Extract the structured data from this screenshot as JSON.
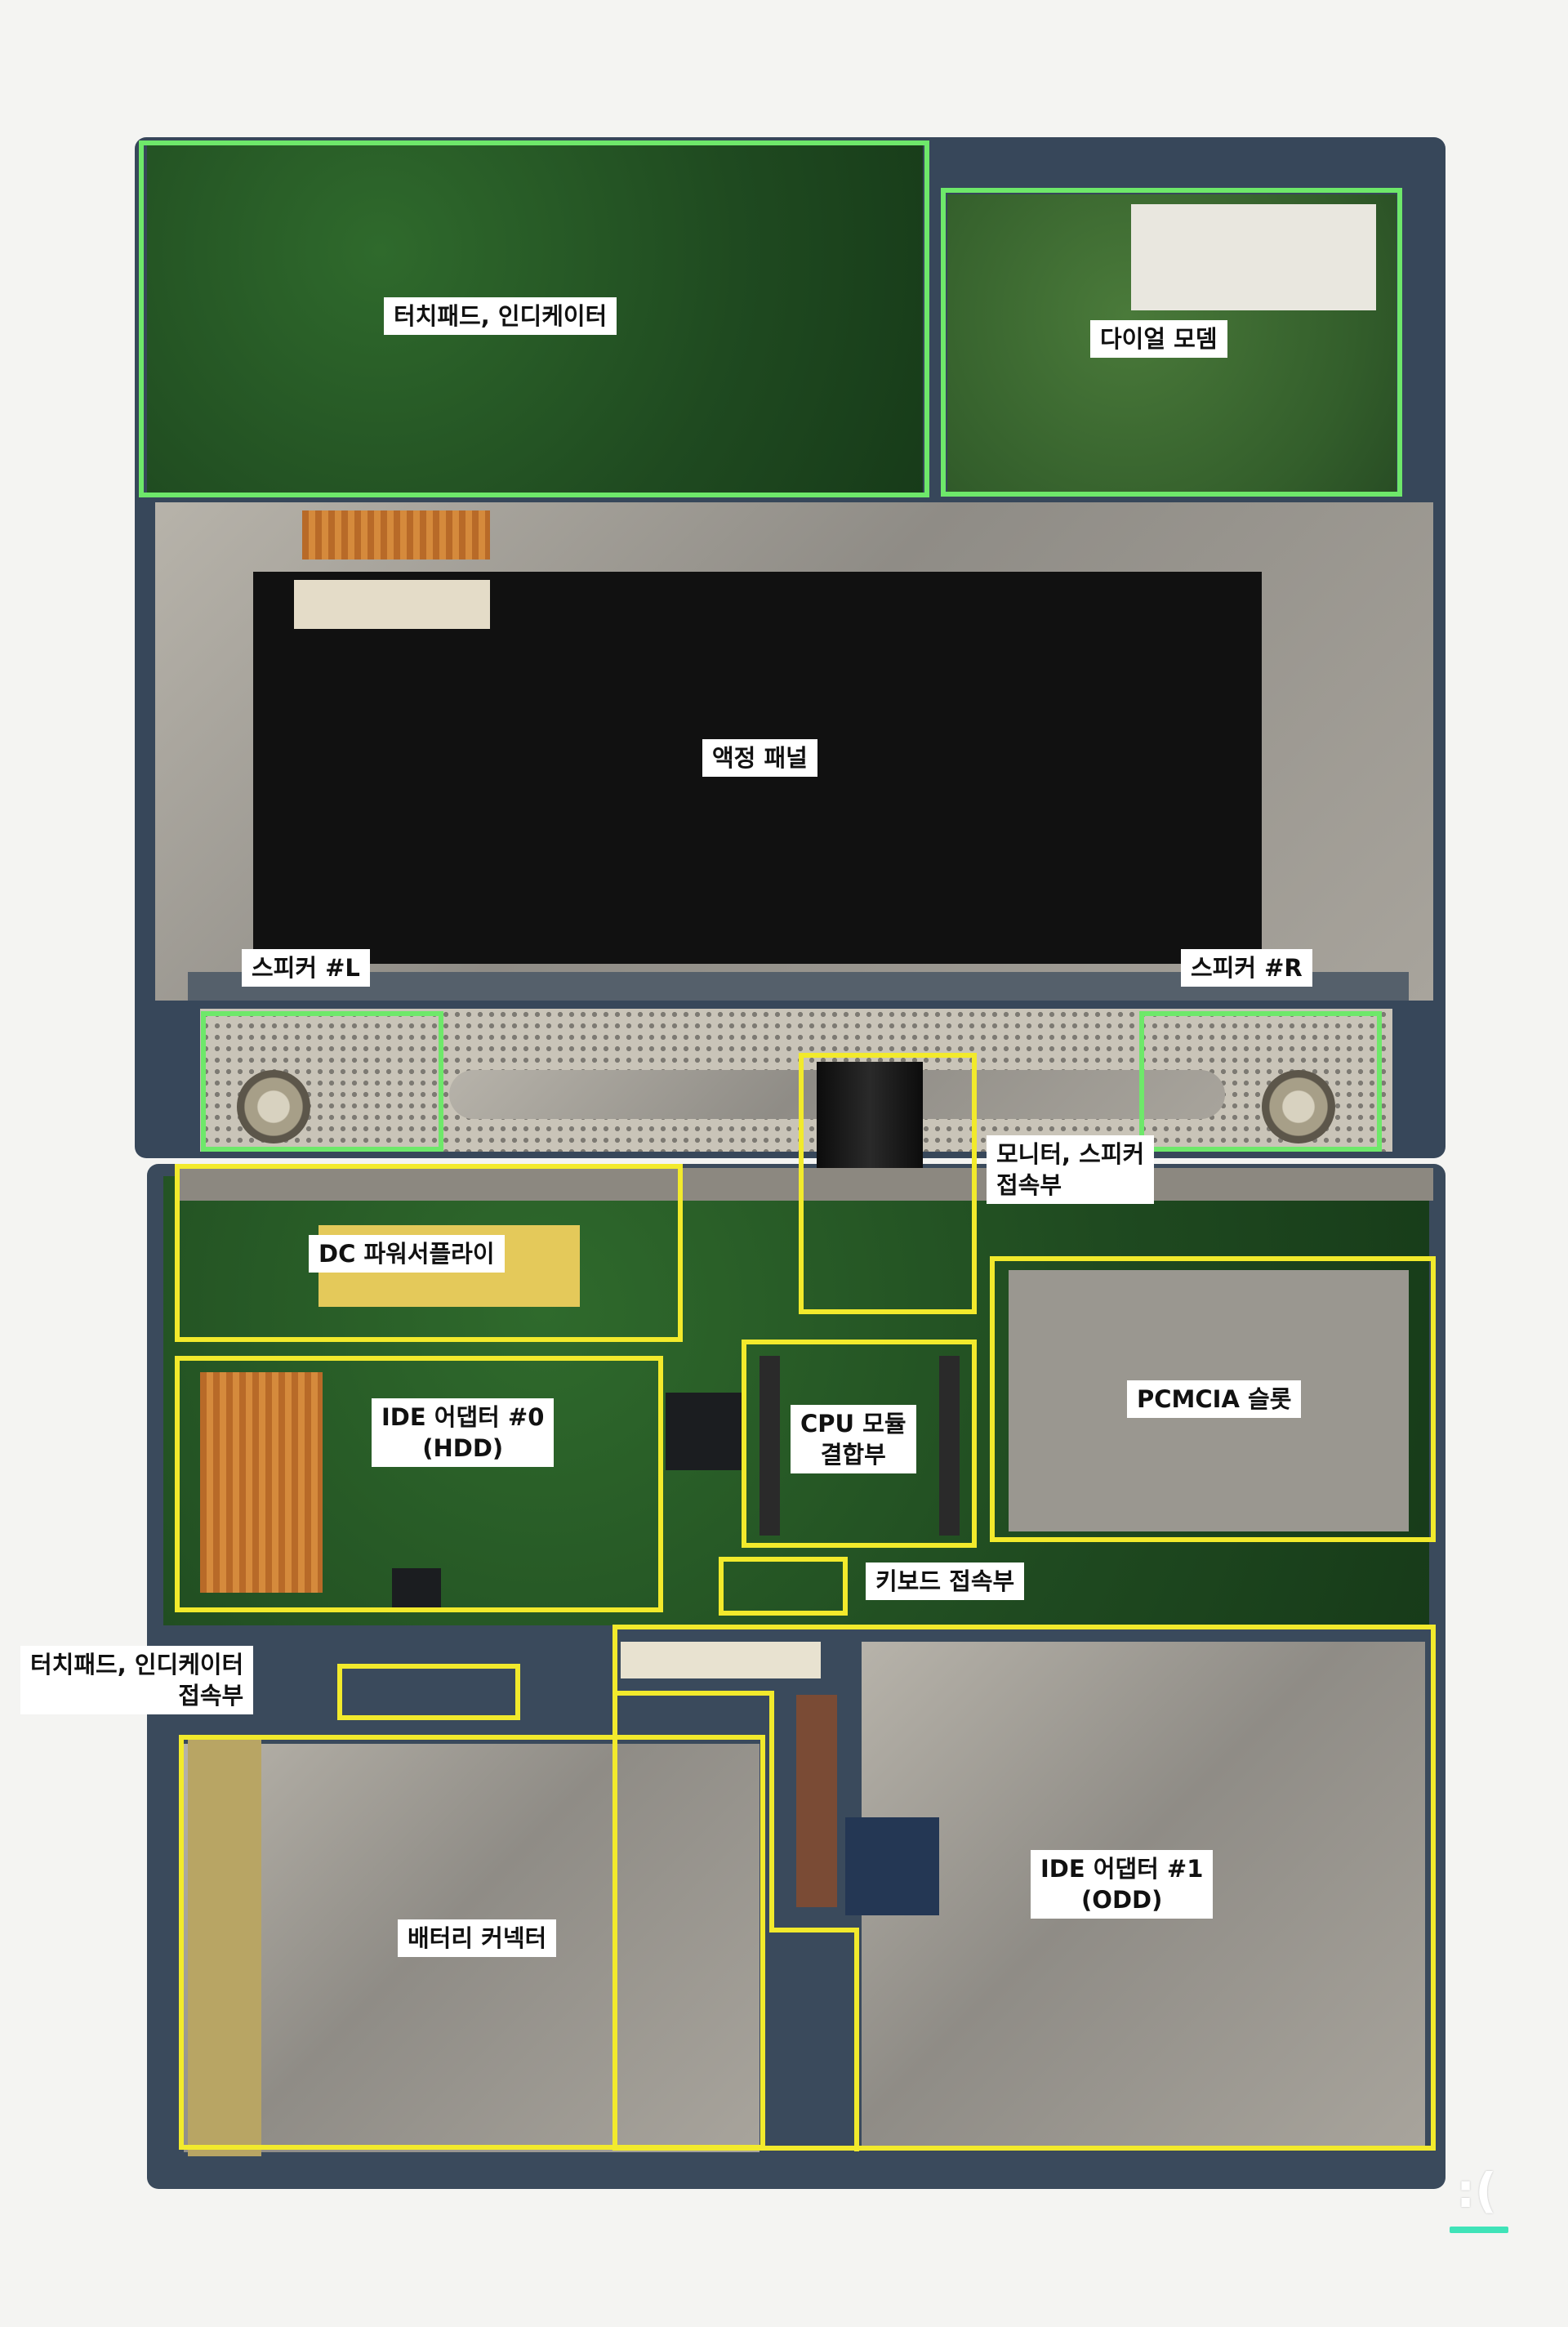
{
  "regions": {
    "touchpad_board": "터치패드, 인디케이터",
    "modem": "다이얼 모뎀",
    "lcd": "액정 패널",
    "speaker_left": "스피커 #L",
    "speaker_right": "스피커 #R",
    "monitor_connector": [
      "모니터, 스피커",
      "접속부"
    ],
    "dc_power": "DC 파워서플라이",
    "pcmcia": "PCMCIA 슬롯",
    "ide0": [
      "IDE 어댑터 #0",
      "(HDD)"
    ],
    "cpu": [
      "CPU 모듈",
      "결합부"
    ],
    "keyboard_connector": "키보드 접속부",
    "touchpad_connector": [
      "터치패드, 인디케이터",
      "접속부"
    ],
    "battery_connector": "배터리 커넥터",
    "ide1": [
      "IDE 어댑터 #1",
      "(ODD)"
    ]
  },
  "colors": {
    "green_box": "#6ee86a",
    "yellow_box": "#f2ea2c",
    "logo_accent": "#3fe3b8"
  },
  "logo": {
    "glyph": ":("
  }
}
